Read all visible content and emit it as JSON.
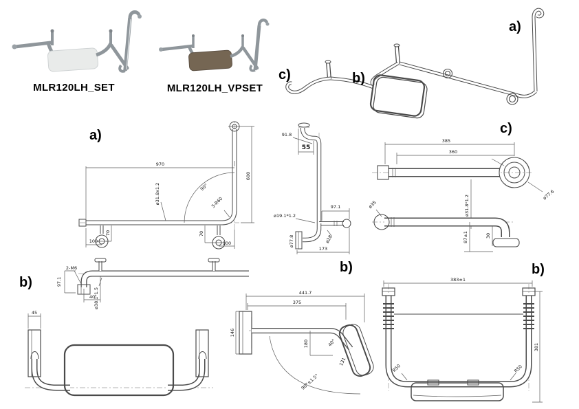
{
  "page": {
    "background": "#ffffff",
    "line_color": "#4a4a4a"
  },
  "products": {
    "set": {
      "label": "MLR120LH_SET",
      "pad_color": "#e9ebea"
    },
    "vpset": {
      "label": "MLR120LH_VPSET",
      "pad_color": "#756653"
    }
  },
  "assembly": {
    "label_a": "a)",
    "label_b": "b)",
    "label_c": "c)"
  },
  "drawing_a": {
    "label": "a)",
    "dim_width": "970",
    "dim_height": "600",
    "tube_spec": "ø31.8x1.2",
    "angle": "90°",
    "corner_radius": "3-R60",
    "dim_flange_left": "70",
    "dim_flange_right": "70",
    "dim_end_left": "100",
    "dim_end_right": "100"
  },
  "drawing_a_side": {
    "dim_top": "91.8",
    "dim_stub": "55",
    "dim_reach": "97.1",
    "pin_spec": "ø19.1*1.2",
    "flange_dia": "ø77.8",
    "boss_dia": "ø28",
    "dim_depth": "173"
  },
  "drawing_c": {
    "label": "c)",
    "dim_overall": "385",
    "dim_length": "360",
    "tube_spec": "ø31.8*1.2",
    "flange_dia": "ø77.6",
    "end_dia": "ø35",
    "dim_height": "87±1",
    "dim_offset": "30"
  },
  "drawing_b_top": {
    "dim_reach": "97.1",
    "thread": "2-M6",
    "dim_offset": "40",
    "tube_spec": "ø38.1*1.5"
  },
  "drawing_b_front": {
    "label": "b)",
    "dim_bracket": "45"
  },
  "drawing_b_side": {
    "label": "b)",
    "dim_overall": "441.7",
    "dim_length": "375",
    "dim_height": "146",
    "dim_drop": "180",
    "pad_angle": "40°",
    "pad_length": "131",
    "angle_tol": "90°±1.5°"
  },
  "drawing_b_rear": {
    "label": "b)",
    "dim_width": "383±1",
    "dim_height": "381",
    "radius_left": "R50",
    "radius_right": "R50"
  }
}
